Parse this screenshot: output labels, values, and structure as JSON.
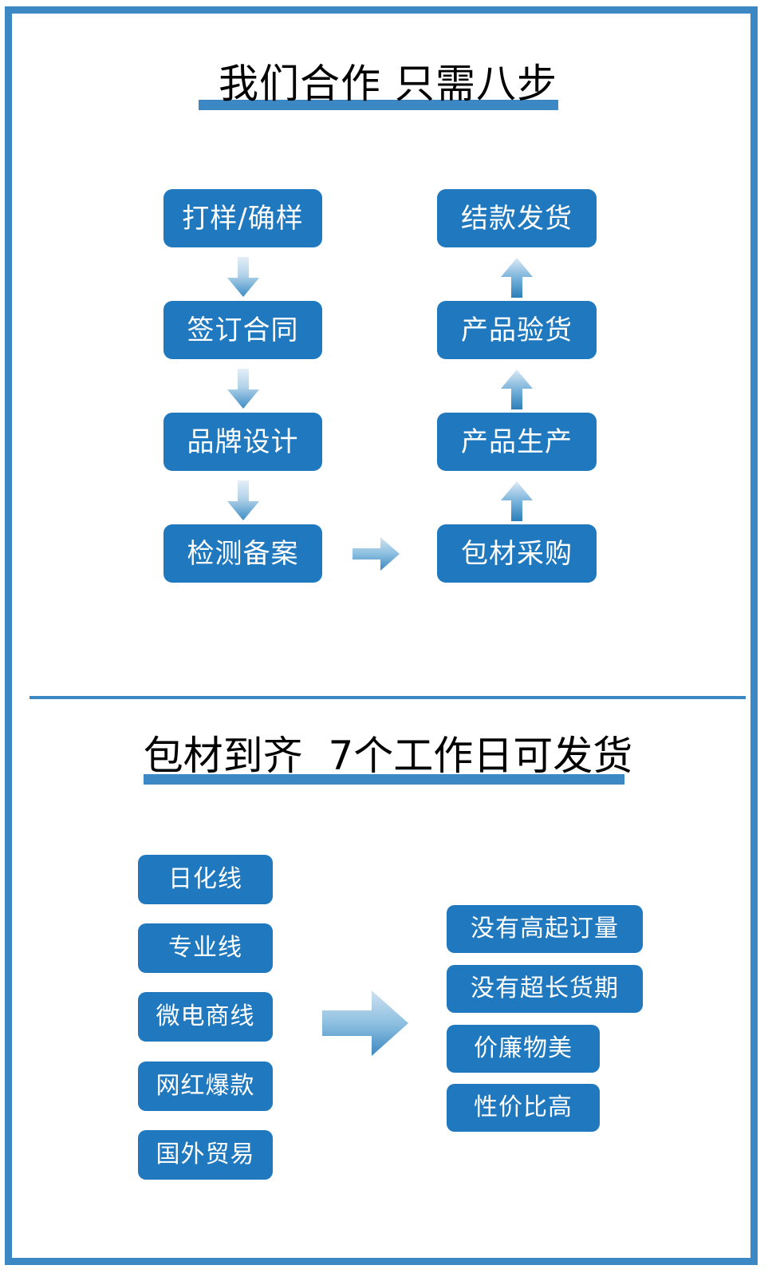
{
  "page": {
    "frame_color": "#3c88c4",
    "box_color": "#2079be",
    "box_text_color": "#ffffff",
    "background": "#ffffff"
  },
  "section_one": {
    "title": "我们合作 只需八步",
    "title_underline_color": "#3c88c4",
    "left_column": [
      {
        "label": "打样/确样"
      },
      {
        "label": "签订合同"
      },
      {
        "label": "品牌设计"
      },
      {
        "label": "检测备案"
      }
    ],
    "right_column": [
      {
        "label": "结款发货"
      },
      {
        "label": "产品验货"
      },
      {
        "label": "产品生产"
      },
      {
        "label": "包材采购"
      }
    ],
    "arrows": {
      "down_arrow_name": "arrow-down",
      "up_arrow_name": "arrow-up",
      "right_arrow_name": "arrow-right",
      "gradient_top": "#dce9f3",
      "gradient_bottom": "#3c8dc5"
    }
  },
  "section_two": {
    "title": "包材到齐  7个工作日可发货",
    "title_underline_color": "#3c88c4",
    "product_lines": [
      {
        "label": "日化线"
      },
      {
        "label": "专业线"
      },
      {
        "label": "微电商线"
      },
      {
        "label": "网红爆款"
      },
      {
        "label": "国外贸易"
      }
    ],
    "benefits": [
      {
        "label": "没有高起订量"
      },
      {
        "label": "没有超长货期"
      },
      {
        "label": "价廉物美"
      },
      {
        "label": "性价比高"
      }
    ],
    "arrow": {
      "name": "arrow-right-large",
      "gradient_top": "#cfe2f0",
      "gradient_bottom": "#3c87c0"
    }
  }
}
